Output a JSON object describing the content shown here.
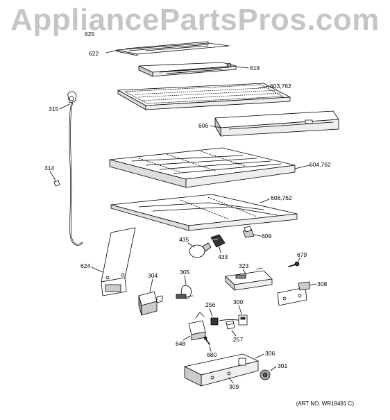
{
  "watermark": "AppliancePartsPros.com",
  "art_number": "(ART NO. WR18481 C)",
  "parts": {
    "p625": "625",
    "p622": "622",
    "p618": "618",
    "p603": "603,762",
    "p315": "315",
    "p606": "606",
    "p604": "604,762",
    "p314": "314",
    "p608": "608,762",
    "p435": "435",
    "p609": "609",
    "p624": "624",
    "p433": "433",
    "p679": "679",
    "p323": "323",
    "p304": "304",
    "p305": "305",
    "p308": "308",
    "p256": "256",
    "p300": "300",
    "p648": "648",
    "p257": "257",
    "p680": "680",
    "p306": "306",
    "p301": "301",
    "p309": "309"
  }
}
